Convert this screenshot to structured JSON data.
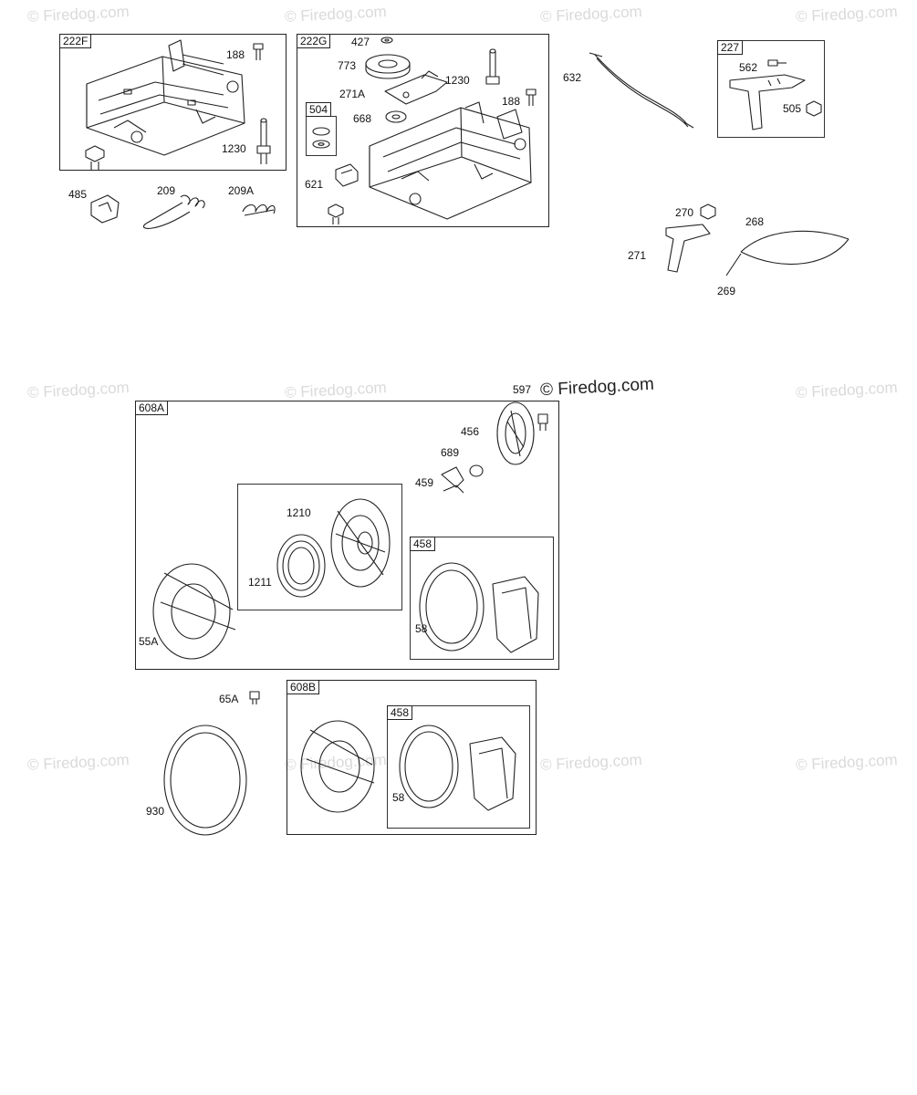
{
  "watermarks": {
    "text": "© Firedog.com",
    "main_copyright": "© Firedog.com"
  },
  "groups": {
    "g222F": "222F",
    "g222G": "222G",
    "g504": "504",
    "g227": "227",
    "g608A": "608A",
    "g458a": "458",
    "g608B": "608B",
    "g458b": "458"
  },
  "callouts": {
    "c188a": "188",
    "c1230a": "1230",
    "c485": "485",
    "c209": "209",
    "c209A": "209A",
    "c427": "427",
    "c773": "773",
    "c271A": "271A",
    "c1230b": "1230",
    "c188b": "188",
    "c668": "668",
    "c621": "621",
    "c632": "632",
    "c562": "562",
    "c505": "505",
    "c270": "270",
    "c268": "268",
    "c271": "271",
    "c269": "269",
    "c597": "597",
    "c456": "456",
    "c689": "689",
    "c459": "459",
    "c1210": "1210",
    "c1211": "1211",
    "c58a": "58",
    "c55A": "55A",
    "c65A": "65A",
    "c930": "930",
    "c58b": "58"
  }
}
